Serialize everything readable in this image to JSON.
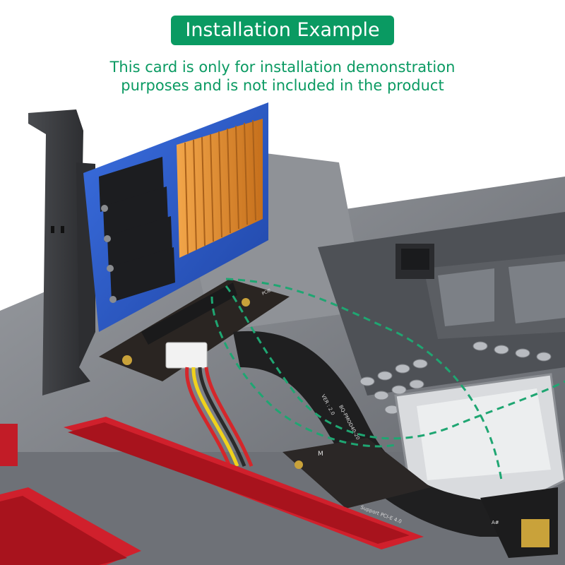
{
  "header": {
    "title": "Installation Example",
    "subtitle_line1": "This card is only for installation demonstration",
    "subtitle_line2": "purposes and is not included in the product"
  },
  "photo": {
    "card_label_1": "PCIE",
    "cable_text_1": "Support PCI-E 4.0",
    "cable_text_2": "BQ-PMOD40-200",
    "cable_text_3": "VER : 2.0",
    "connector_mark": "M",
    "connector_end_label": "A#"
  },
  "colors": {
    "brand_green": "#0a9a62",
    "slot_red": "#d0202c",
    "pcb_blue": "#2f5ac8",
    "heatsink_orange": "#e08a2a"
  }
}
